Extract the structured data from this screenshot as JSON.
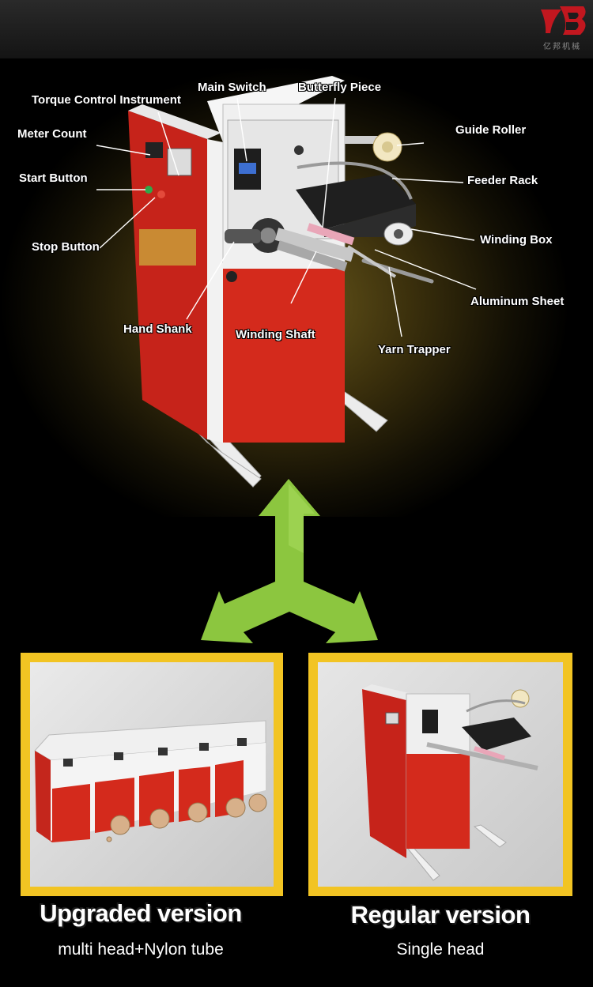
{
  "brand": {
    "logo_text": "亿邦机械"
  },
  "labels": {
    "torque": "Torque Control Instrument",
    "main_switch": "Main Switch",
    "butterfly": "Butterfly Piece",
    "meter_count": "Meter Count",
    "guide_roller": "Guide Roller",
    "start_button": "Start Button",
    "feeder_rack": "Feeder Rack",
    "stop_button": "Stop Button",
    "winding_box": "Winding Box",
    "aluminum_sheet": "Aluminum Sheet",
    "hand_shank": "Hand Shank",
    "winding_shaft": "Winding Shaft",
    "yarn_trapper": "Yarn Trapper"
  },
  "versions": [
    {
      "title": "Upgraded version",
      "subtitle": "multi head+Nylon tube"
    },
    {
      "title": "Regular version",
      "subtitle": "Single head"
    }
  ],
  "colors": {
    "accent_green": "#8cc63f",
    "panel_yellow": "#f2c423",
    "machine_red": "#d42a1c"
  }
}
